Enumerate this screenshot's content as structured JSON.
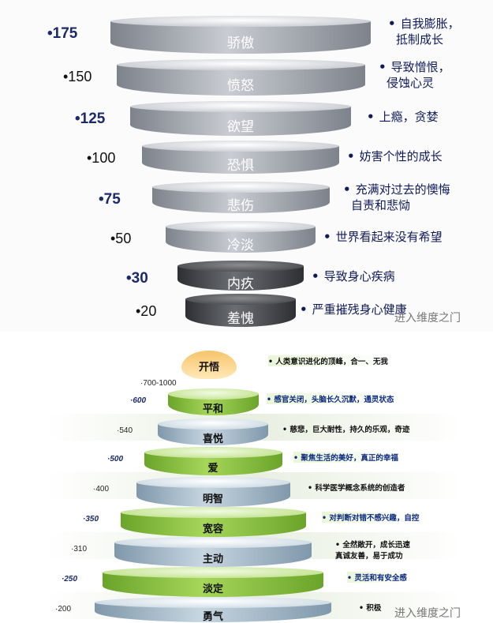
{
  "negative": {
    "levels": [
      {
        "value": "•175",
        "label": "骄傲",
        "desc": [
          "自我膨胀，",
          "抵制成长"
        ],
        "bold": true
      },
      {
        "value": "•150",
        "label": "愤怒",
        "desc": [
          "导致憎恨，",
          "侵蚀心灵"
        ],
        "bold": false
      },
      {
        "value": "•125",
        "label": "欲望",
        "desc": [
          "上瘾，贪婪"
        ],
        "bold": true
      },
      {
        "value": "•100",
        "label": "恐惧",
        "desc": [
          "妨害个性的成长"
        ],
        "bold": false
      },
      {
        "value": "•75",
        "label": "悲伤",
        "desc": [
          "充满对过去的懊悔",
          "自责和悲恸"
        ],
        "bold": true
      },
      {
        "value": "•50",
        "label": "冷淡",
        "desc": [
          "世界看起来没有希望"
        ],
        "bold": false
      },
      {
        "value": "•30",
        "label": "内疚",
        "desc": [
          "导致身心疾病"
        ],
        "bold": true
      },
      {
        "value": "•20",
        "label": "羞愧",
        "desc": [
          "严重摧残身心健康"
        ],
        "bold": false
      }
    ],
    "watermark": "进入维度之门"
  },
  "positive": {
    "levels": [
      {
        "value": "·700-1000",
        "label": "开悟",
        "desc": "• 人类意识进化的顶峰，合一、无我",
        "bold": false
      },
      {
        "value": "·600",
        "label": "平和",
        "desc": "• 感官关闭，头脑长久沉默，通灵状态",
        "bold": true
      },
      {
        "value": "·540",
        "label": "喜悦",
        "desc": "• 慈悲，巨大耐性，持久的乐观，奇迹",
        "bold": false
      },
      {
        "value": "·500",
        "label": "爱",
        "desc": "• 聚焦生活的美好，真正的幸福",
        "bold": true
      },
      {
        "value": "·400",
        "label": "明智",
        "desc": "• 科学医学概念系统的创造者",
        "bold": false
      },
      {
        "value": "·350",
        "label": "宽容",
        "desc": "• 对判断对错不感兴趣，自控",
        "bold": true
      },
      {
        "value": "·310",
        "label": "主动",
        "desc": [
          "• 全然敞开，成长迅速",
          "  真诚友善，易于成功"
        ],
        "bold": false
      },
      {
        "value": "·250",
        "label": "淡定",
        "desc": "• 灵活和有安全感",
        "bold": true
      },
      {
        "value": "·200",
        "label": "勇气",
        "desc": "• 积极",
        "bold": false
      }
    ],
    "watermark": "进入维度之门"
  },
  "colors": {
    "gray_top": "#e9eaee",
    "gray_body": "#9ea3ac",
    "dark_body": "#4a4c50",
    "green": "#8cc63f",
    "blue_gray": "#a9bfd0",
    "gold": "#f5b041"
  }
}
